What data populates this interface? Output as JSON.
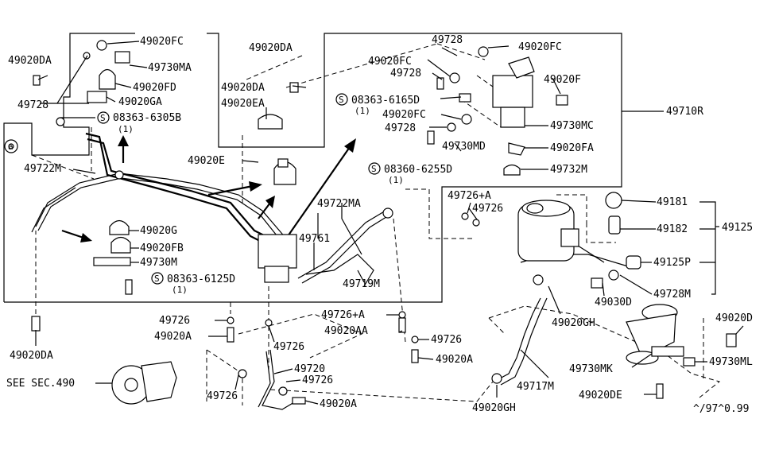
{
  "labels": {
    "p49020DA_a": "49020DA",
    "p49728_a": "49728",
    "p49020FC_a": "49020FC",
    "p49730MA": "49730MA",
    "p49020FD": "49020FD",
    "p49020GA": "49020GA",
    "p08363_6305B": "08363-6305B",
    "q1_a": "(1)",
    "p49722M": "49722M",
    "p49020DA_b": "49020DA",
    "p49020DA_c": "49020DA",
    "p49020EA": "49020EA",
    "p49020E": "49020E",
    "p49728_b": "49728",
    "p49020FC_b": "49020FC",
    "p49020FC_c": "49020FC",
    "p49728_c": "49728",
    "p08363_6165D": "08363-6165D",
    "q1_b": "(1)",
    "p49020FC_d": "49020FC",
    "p49728_d": "49728",
    "p49730MD": "49730MD",
    "p49020F": "49020F",
    "p49730MC": "49730MC",
    "p49020FA": "49020FA",
    "p49732M": "49732M",
    "p49710R": "49710R",
    "p08360_6255D": "08360-6255D",
    "q1_c": "(1)",
    "p49726A_a": "49726+A",
    "p49726_a": "49726",
    "p49722MA": "49722MA",
    "p49761": "49761",
    "p49719M": "49719M",
    "p49020G": "49020G",
    "p49020FB": "49020FB",
    "p49730M": "49730M",
    "p08363_6125D": "08363-6125D",
    "q1_d": "(1)",
    "p49181": "49181",
    "p49182": "49182",
    "p49125": "49125",
    "p49125P": "49125P",
    "p49728M": "49728M",
    "p49030D": "49030D",
    "p49020GH_a": "49020GH",
    "p49020DA_d": "49020DA",
    "p49726_b": "49726",
    "p49020A_a": "49020A",
    "p49726A_b": "49726+A",
    "p49020AA": "49020AA",
    "p49726_c": "49726",
    "p49726_d": "49726",
    "p49020A_b": "49020A",
    "p49720": "49720",
    "p49726_e": "49726",
    "p49726_f": "49726",
    "p49020A_c": "49020A",
    "see_sec": "SEE SEC.490",
    "p49717M": "49717M",
    "p49020GH_b": "49020GH",
    "p49020D": "49020D",
    "p49730MK": "49730MK",
    "p49730ML": "49730ML",
    "p49020DE": "49020DE",
    "footer_code": "^/97^0.99",
    "circle_a": "a",
    "s_mark": "S"
  }
}
